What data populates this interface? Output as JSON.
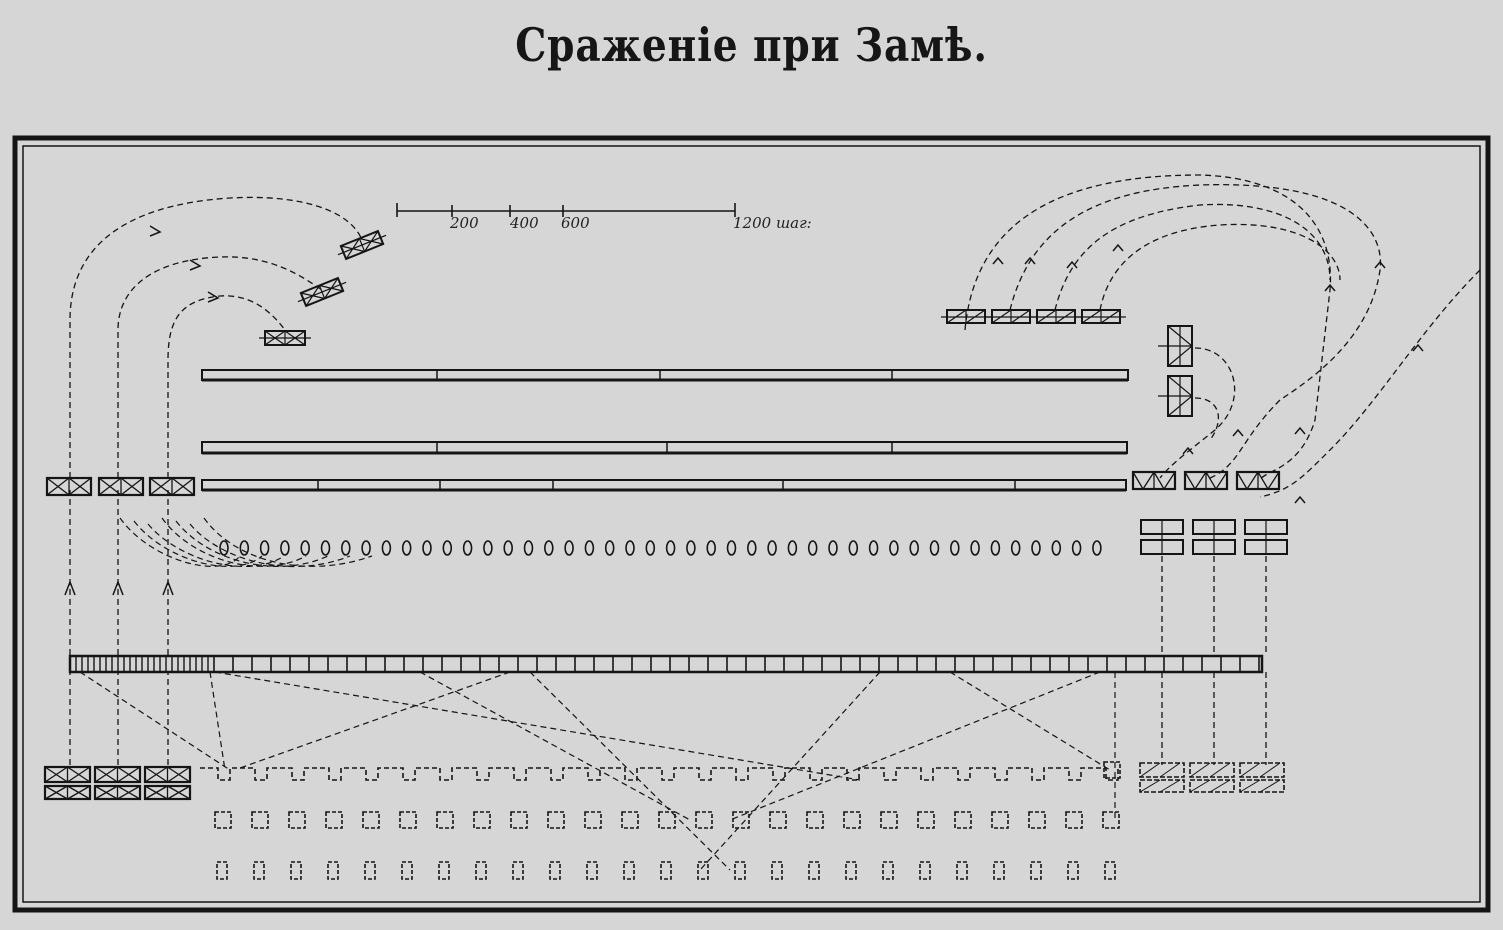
{
  "title": "Сраженіе при Замѣ.",
  "scale": {
    "labels": [
      "200",
      "400",
      "600",
      "1200 шаг:"
    ]
  },
  "colors": {
    "ink": "#151515",
    "paper": "#d6d6d6"
  }
}
